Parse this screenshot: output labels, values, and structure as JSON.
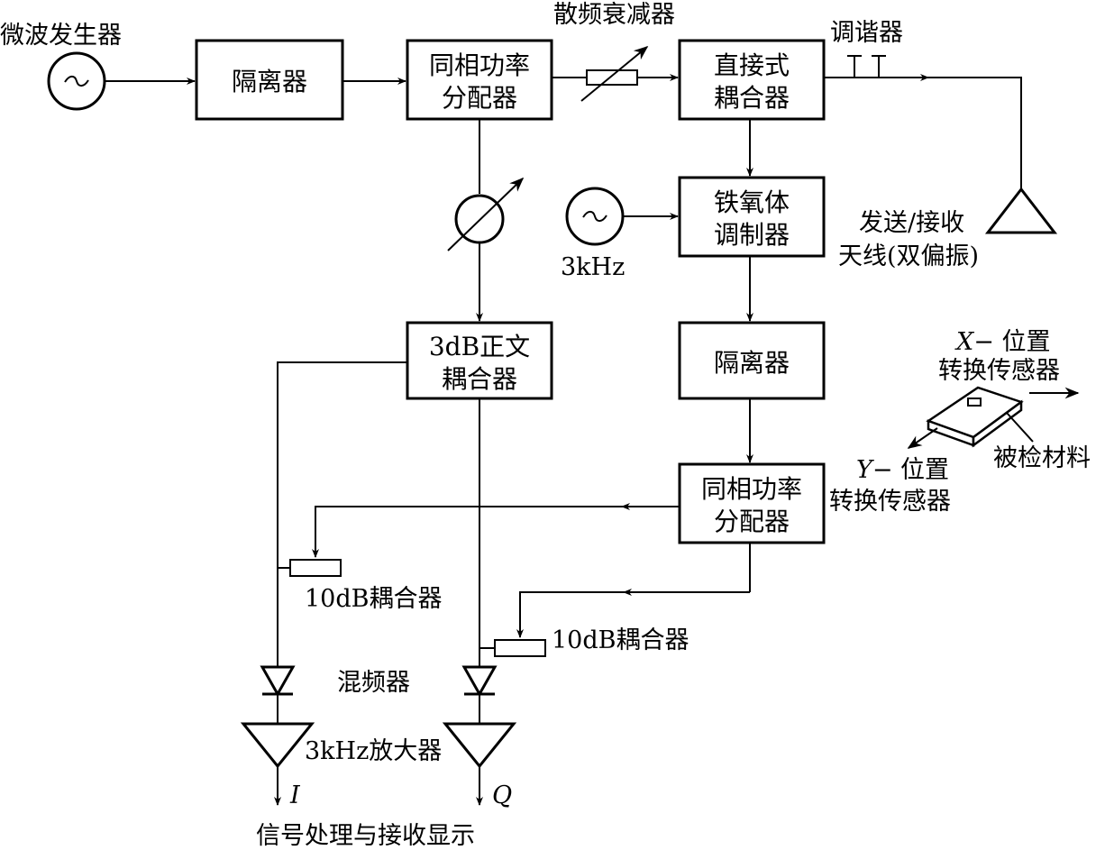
{
  "labels": {
    "microwave_generator": "微波发生器",
    "isolator_1": "隔离器",
    "splitter_1_line1": "同相功率",
    "splitter_1_line2": "分配器",
    "attenuator": "散频衰减器",
    "direct_coupler_line1": "直接式",
    "direct_coupler_line2": "耦合器",
    "tuner": "调谐器",
    "ferrite_line1": "铁氧体",
    "ferrite_line2": "调制器",
    "osc_freq": "3kHz",
    "antenna_line1": "发送/接收",
    "antenna_line2": "天线(双偏振)",
    "quad_coupler_line1": "3dB正文",
    "quad_coupler_line2": "耦合器",
    "isolator_2": "隔离器",
    "x_sensor_prefix": "X",
    "x_sensor_line1": "− 位置",
    "x_sensor_line2": "转换传感器",
    "material": "被检材料",
    "splitter_2_line1": "同相功率",
    "splitter_2_line2": "分配器",
    "y_sensor_prefix": "Y",
    "y_sensor_line1": "− 位置",
    "y_sensor_line2": "转换传感器",
    "coupler_10db_left": "10dB耦合器",
    "coupler_10db_right": "10dB耦合器",
    "mixer": "混频器",
    "amplifier": "3kHz放大器",
    "output_i": "I",
    "output_q": "Q",
    "signal_processing": "信号处理与接收显示"
  }
}
